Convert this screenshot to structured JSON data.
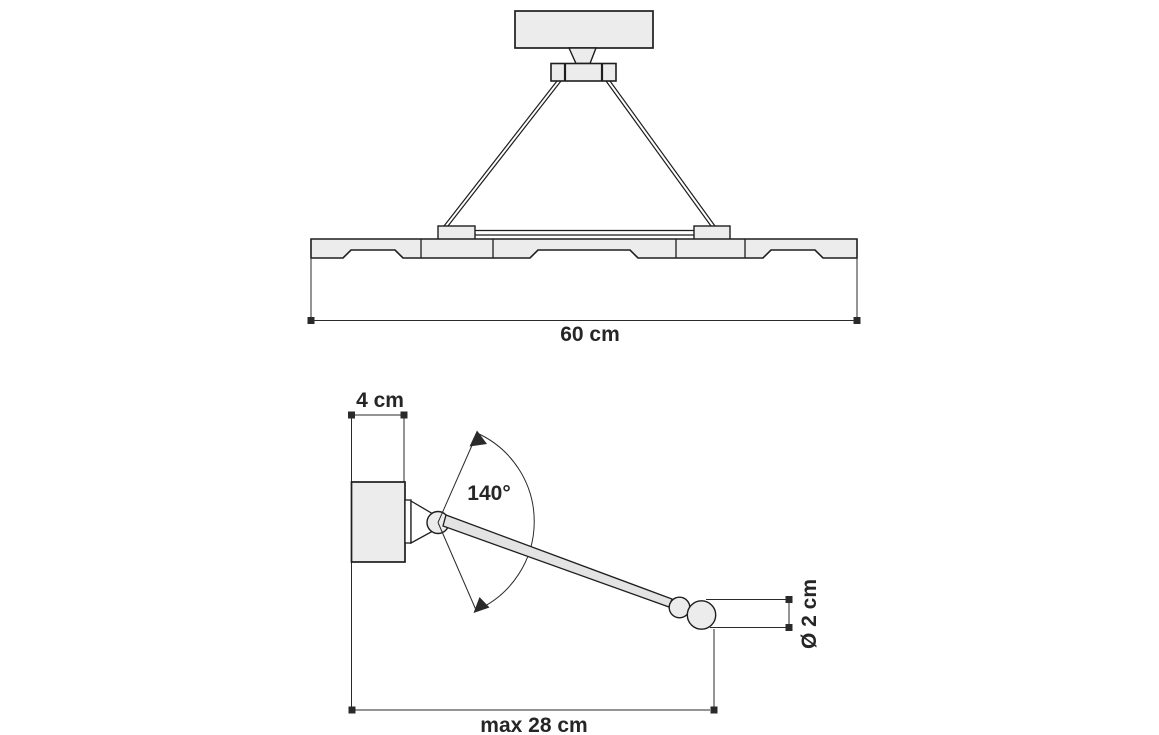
{
  "drawing": {
    "description": "Technical dimension drawing of a ceiling/wall lamp: pendant front view and swivel wall-arm side view",
    "labels": {
      "fixture_width": "60 cm",
      "bracket_width": "4 cm",
      "swivel_angle": "140°",
      "max_reach": "max 28 cm",
      "tube_diameter": "Ø 2 cm"
    }
  },
  "colors": {
    "background": "#ffffff",
    "outline": "#1e1e1e",
    "fill_light": "#ececec",
    "fill_arm": "#e3e3e3",
    "dimension": "#2a2a2a",
    "text": "#262626"
  }
}
